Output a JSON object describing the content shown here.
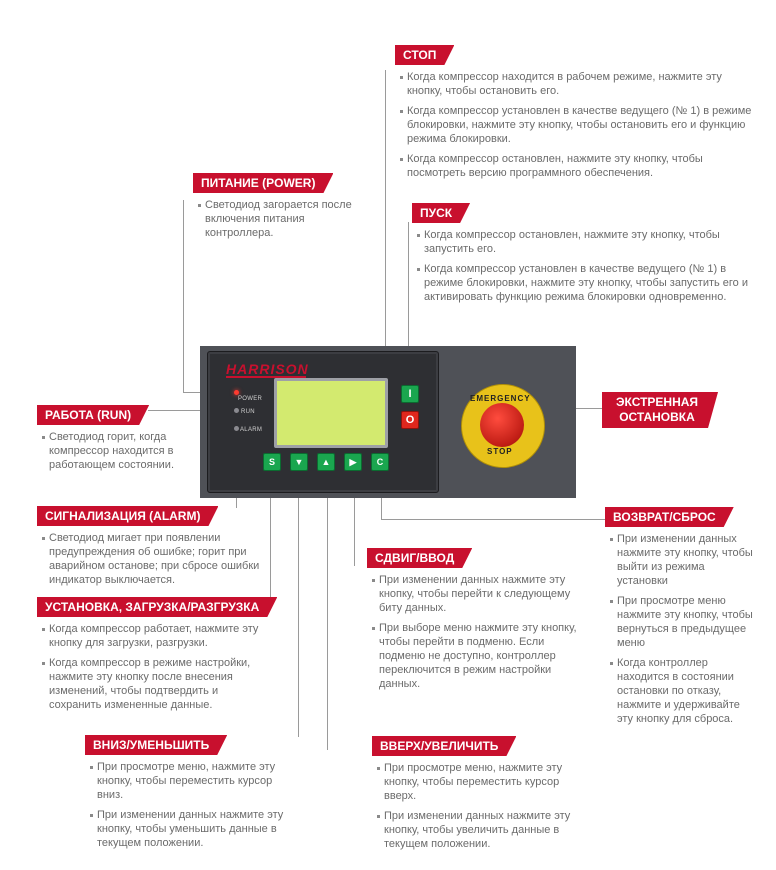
{
  "device": {
    "brand": "HARRISON",
    "leds": {
      "power": "POWER",
      "run": "RUN",
      "alarm": "ALARM"
    },
    "buttons": {
      "run": "I",
      "stop": "O",
      "set": "S",
      "down": "▼",
      "up": "▲",
      "shift": "▶",
      "cancel": "C"
    },
    "estop": {
      "top": "EMERGENCY",
      "bottom": "STOP"
    }
  },
  "callouts": {
    "stop": {
      "title": "СТОП",
      "bullets": [
        "Когда компрессор находится в рабочем режиме, нажмите эту кнопку, чтобы остановить его.",
        "Когда компрессор установлен в качестве ведущего (№ 1) в режиме блокировки, нажмите эту кнопку, чтобы остановить его и функцию режима блокировки.",
        "Когда компрессор остановлен, нажмите эту кнопку, чтобы посмотреть версию программного обеспечения."
      ]
    },
    "power": {
      "title": "ПИТАНИЕ (POWER)",
      "bullets": [
        "Светодиод загорается после включения питания контроллера."
      ]
    },
    "start": {
      "title": "ПУСК",
      "bullets": [
        "Когда компрессор остановлен, нажмите эту кнопку, чтобы запустить его.",
        "Когда компрессор установлен в качестве ведущего (№ 1) в режиме блокировки, нажмите эту кнопку, чтобы запустить его и активировать функцию режима блокировки одновременно."
      ]
    },
    "run": {
      "title": "РАБОТА (RUN)",
      "bullets": [
        "Светодиод горит, когда компрессор находится в работающем состоянии."
      ]
    },
    "emergency": {
      "title_line1": "ЭКСТРЕННАЯ",
      "title_line2": "ОСТАНОВКА"
    },
    "alarm": {
      "title": "СИГНАЛИЗАЦИЯ (ALARM)",
      "bullets": [
        "Светодиод мигает при появлении предупреждения об ошибке; горит при аварийном останове; при сбросе ошибки индикатор выключается."
      ]
    },
    "reset": {
      "title": "ВОЗВРАТ/СБРОС",
      "bullets": [
        "При изменении данных нажмите эту кнопку, чтобы выйти из режима установки",
        "При просмотре меню нажмите эту кнопку, чтобы вернуться в предыдущее меню",
        "Когда контроллер находится в состоянии остановки по отказу, нажмите и удерживайте эту кнопку для сброса."
      ]
    },
    "shift": {
      "title": "СДВИГ/ВВОД",
      "bullets": [
        "При изменении данных нажмите эту кнопку, чтобы перейти к следующему биту данных.",
        "При выборе меню нажмите эту кнопку, чтобы перейти в подменю. Если подменю не доступно, контроллер переключится в режим настройки данных."
      ]
    },
    "set": {
      "title": "УСТАНОВКА, ЗАГРУЗКА/РАЗГРУЗКА",
      "bullets": [
        "Когда компрессор работает, нажмите эту кнопку для загрузки, разгрузки.",
        "Когда компрессор в режиме настройки, нажмите эту кнопку после внесения изменений, чтобы подтвердить и сохранить измененные данные."
      ]
    },
    "down": {
      "title": "ВНИЗ/УМЕНЬШИТЬ",
      "bullets": [
        "При просмотре меню, нажмите эту кнопку, чтобы переместить курсор вниз.",
        "При изменении данных нажмите эту кнопку, чтобы уменьшить данные в текущем положении."
      ]
    },
    "up": {
      "title": "ВВЕРХ/УВЕЛИЧИТЬ",
      "bullets": [
        "При просмотре меню, нажмите эту кнопку, чтобы переместить курсор вверх.",
        "При изменении данных нажмите эту кнопку, чтобы увеличить данные в текущем положении."
      ]
    }
  },
  "colors": {
    "accent": "#c8102e",
    "panel": "#2e2f33",
    "screen": "#d3ea6f",
    "button_green": "#1aa64f"
  }
}
